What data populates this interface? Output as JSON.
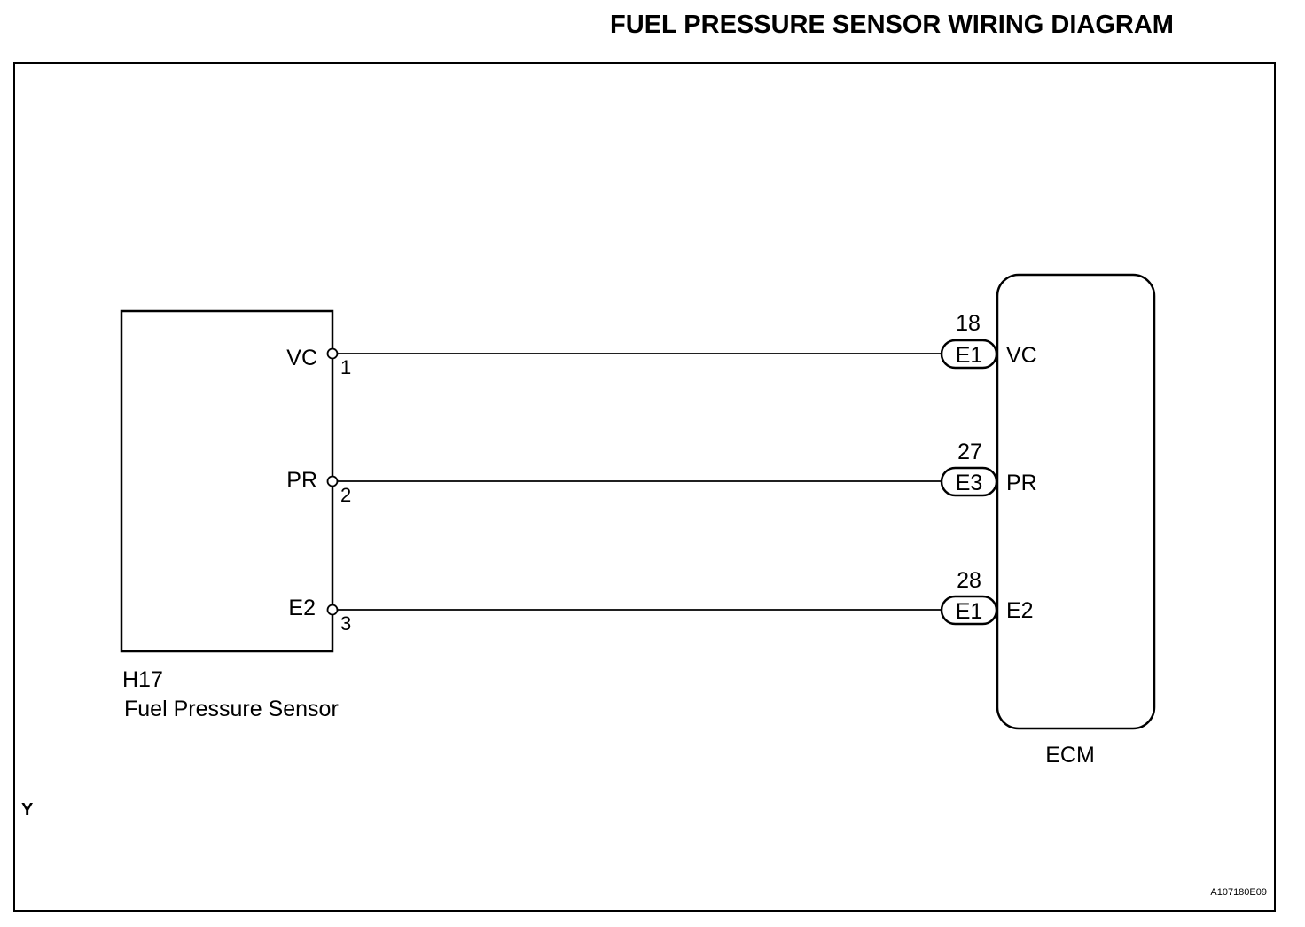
{
  "title": "FUEL PRESSURE SENSOR WIRING DIAGRAM",
  "sensor": {
    "connector_id": "H17",
    "name": "Fuel Pressure Sensor",
    "terminals": [
      {
        "label": "VC",
        "pin": "1"
      },
      {
        "label": "PR",
        "pin": "2"
      },
      {
        "label": "E2",
        "pin": "3"
      }
    ]
  },
  "ecm": {
    "name": "ECM",
    "terminals": [
      {
        "connector": "E1",
        "pin": "18",
        "label": "VC"
      },
      {
        "connector": "E3",
        "pin": "27",
        "label": "PR"
      },
      {
        "connector": "E1",
        "pin": "28",
        "label": "E2"
      }
    ]
  },
  "corner_mark": "Y",
  "drawing_code": "A107180E09"
}
